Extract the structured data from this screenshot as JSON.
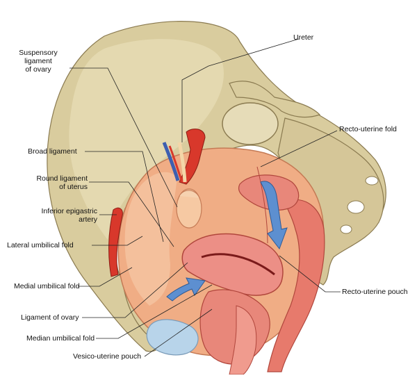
{
  "labels": {
    "suspensory": "Suspensory\nligament\nof ovary",
    "ureter": "Ureter",
    "recto_uterine_fold": "Recto-uterine fold",
    "broad_ligament": "Broad ligament",
    "round_ligament": "Round ligament\nof uterus",
    "inferior_epigastric": "Inferior epigastric\nartery",
    "lateral_umbilical": "Lateral umbilical fold",
    "medial_umbilical": "Medial umbilical fold",
    "recto_uterine_pouch": "Recto-uterine pouch",
    "ligament_of_ovary": "Ligament of ovary",
    "median_umbilical": "Median umbilical fold",
    "vesico_uterine_pouch": "Vesico-uterine pouch"
  },
  "colors": {
    "bone": "#d9cc9e",
    "bone_dark": "#b9a978",
    "peritoneum": "#f0ad85",
    "organ": "#e8837a",
    "artery": "#d8382b",
    "vein": "#3d5fb0",
    "arrow": "#5d8fd0",
    "bladder": "#b8d4ea"
  }
}
